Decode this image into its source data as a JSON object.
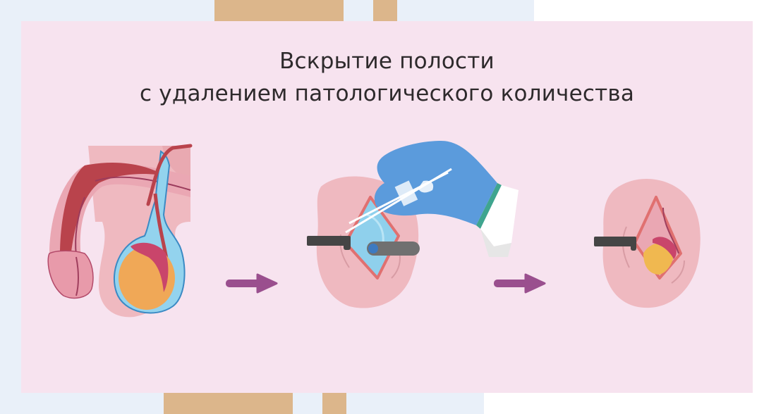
{
  "title": {
    "line1": "Вскрытие полости",
    "line2": "с удалением патологического количества"
  },
  "steps": [
    {
      "name": "hydrocele-anatomy",
      "description": "fluid-filled sac around testicle"
    },
    {
      "name": "incision-drainage",
      "description": "gloved hand with forceps opening cavity, retractors inserted"
    },
    {
      "name": "cavity-after-removal",
      "description": "opened cavity with testicle exposed, retractor"
    }
  ],
  "arrows": [
    {
      "name": "arrow-step1-to-step2"
    },
    {
      "name": "arrow-step2-to-step3"
    }
  ],
  "colors": {
    "card_bg": "#f7e3ef",
    "page_blue": "#e9f0f9",
    "tan_bar": "#dcb68b",
    "arrow": "#9a4f8e",
    "title_text": "#2e2a2c",
    "skin_pink": "#efb9c0",
    "fluid_blue": "#8fd0ec",
    "testicle_orange": "#f0a857",
    "epididymis": "#c9456b",
    "glove_blue": "#5b9bdc",
    "cuff_green": "#3fa58f",
    "retractor_dark": "#454545"
  }
}
